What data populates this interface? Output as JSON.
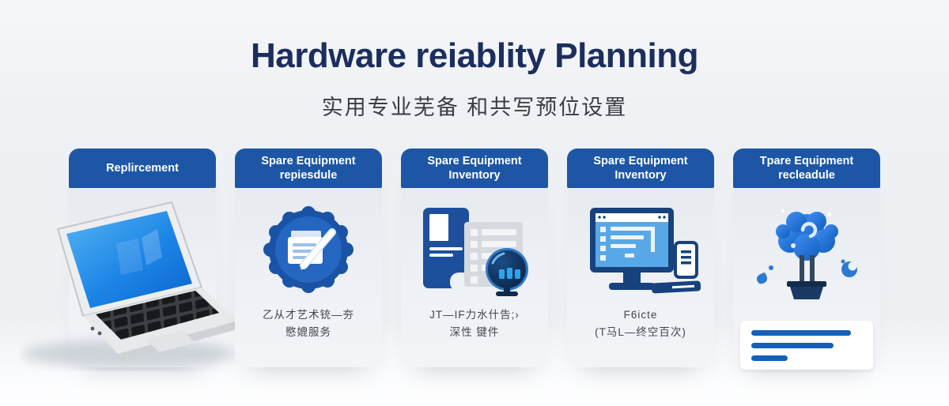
{
  "header": {
    "title": "Hardware reiablity Planning",
    "subtitle": "实用专业芜备 和共写预位设置"
  },
  "cards": [
    {
      "id": "replacement",
      "title": "Replircement",
      "icon": "laptop-photo",
      "body_lines": []
    },
    {
      "id": "spare-equipment-schedule",
      "title": "Spare Equipment repiesdule",
      "icon": "gear-edit-document-badge",
      "body_lines": [
        "乙从才艺术铳—夯",
        "愍媲服务"
      ]
    },
    {
      "id": "spare-equipment-inventory-1",
      "title": "Spare Equipment Inventory",
      "icon": "server-checklist-webcam",
      "body_lines": [
        "JT—IF力水什告;›",
        "深性 键件"
      ]
    },
    {
      "id": "spare-equipment-inventory-2",
      "title": "Spare Equipment Inventory",
      "icon": "desktop-computer-keyboard-phone",
      "body_lines": [
        "F6icte",
        "(T马L—终空百次)"
      ]
    },
    {
      "id": "spare-equipment-reschedule",
      "title": "Tpare Equipment recleadule",
      "icon": "tree-in-pot-droplets",
      "body_lines": []
    }
  ],
  "placeholder_bars": {
    "count": 3,
    "color": "#1560b8"
  },
  "colors": {
    "card_header_blue": "#1d56a5",
    "title_navy": "#1b2e5e",
    "icon_blue": "#1f66c1",
    "icon_navy": "#17427e",
    "screen_light_blue": "#58a8e8",
    "accent_cyan": "#29b6f6",
    "page_background": "#eff1f4"
  }
}
